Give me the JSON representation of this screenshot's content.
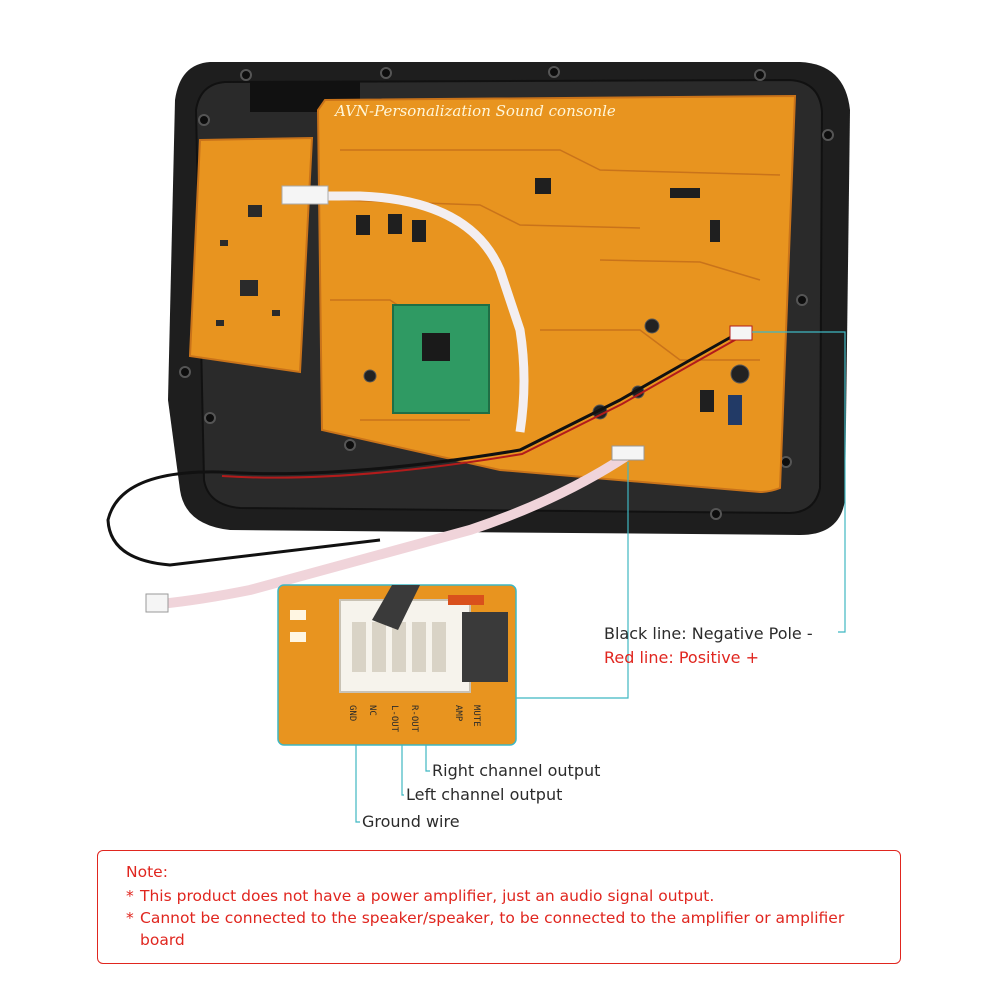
{
  "image": {
    "board_title": "AVN-Personalization Sound consonle",
    "pin_labels": [
      "GND",
      "NC",
      "L-OUT",
      "R-OUT",
      "AMP",
      "MUTE"
    ],
    "colors": {
      "pcb": "#e8941f",
      "pcb_dark": "#c9731a",
      "frame": "#1e1e1e",
      "accent_line": "#3fb7c2",
      "red_text": "#e0261f",
      "note_border": "#e0261f",
      "text": "#2b2b2b"
    }
  },
  "callouts": {
    "black_line": "Black line: Negative Pole -",
    "red_line": "Red line: Positive +",
    "right_channel": "Right channel output",
    "left_channel": "Left channel output",
    "ground": "Ground wire"
  },
  "note": {
    "title": "Note:",
    "lines": [
      "This product does not have a power amplifier, just an audio signal output.",
      "Cannot be connected to the speaker/speaker, to be connected to the amplifier or amplifier board"
    ],
    "bullet": "*"
  }
}
